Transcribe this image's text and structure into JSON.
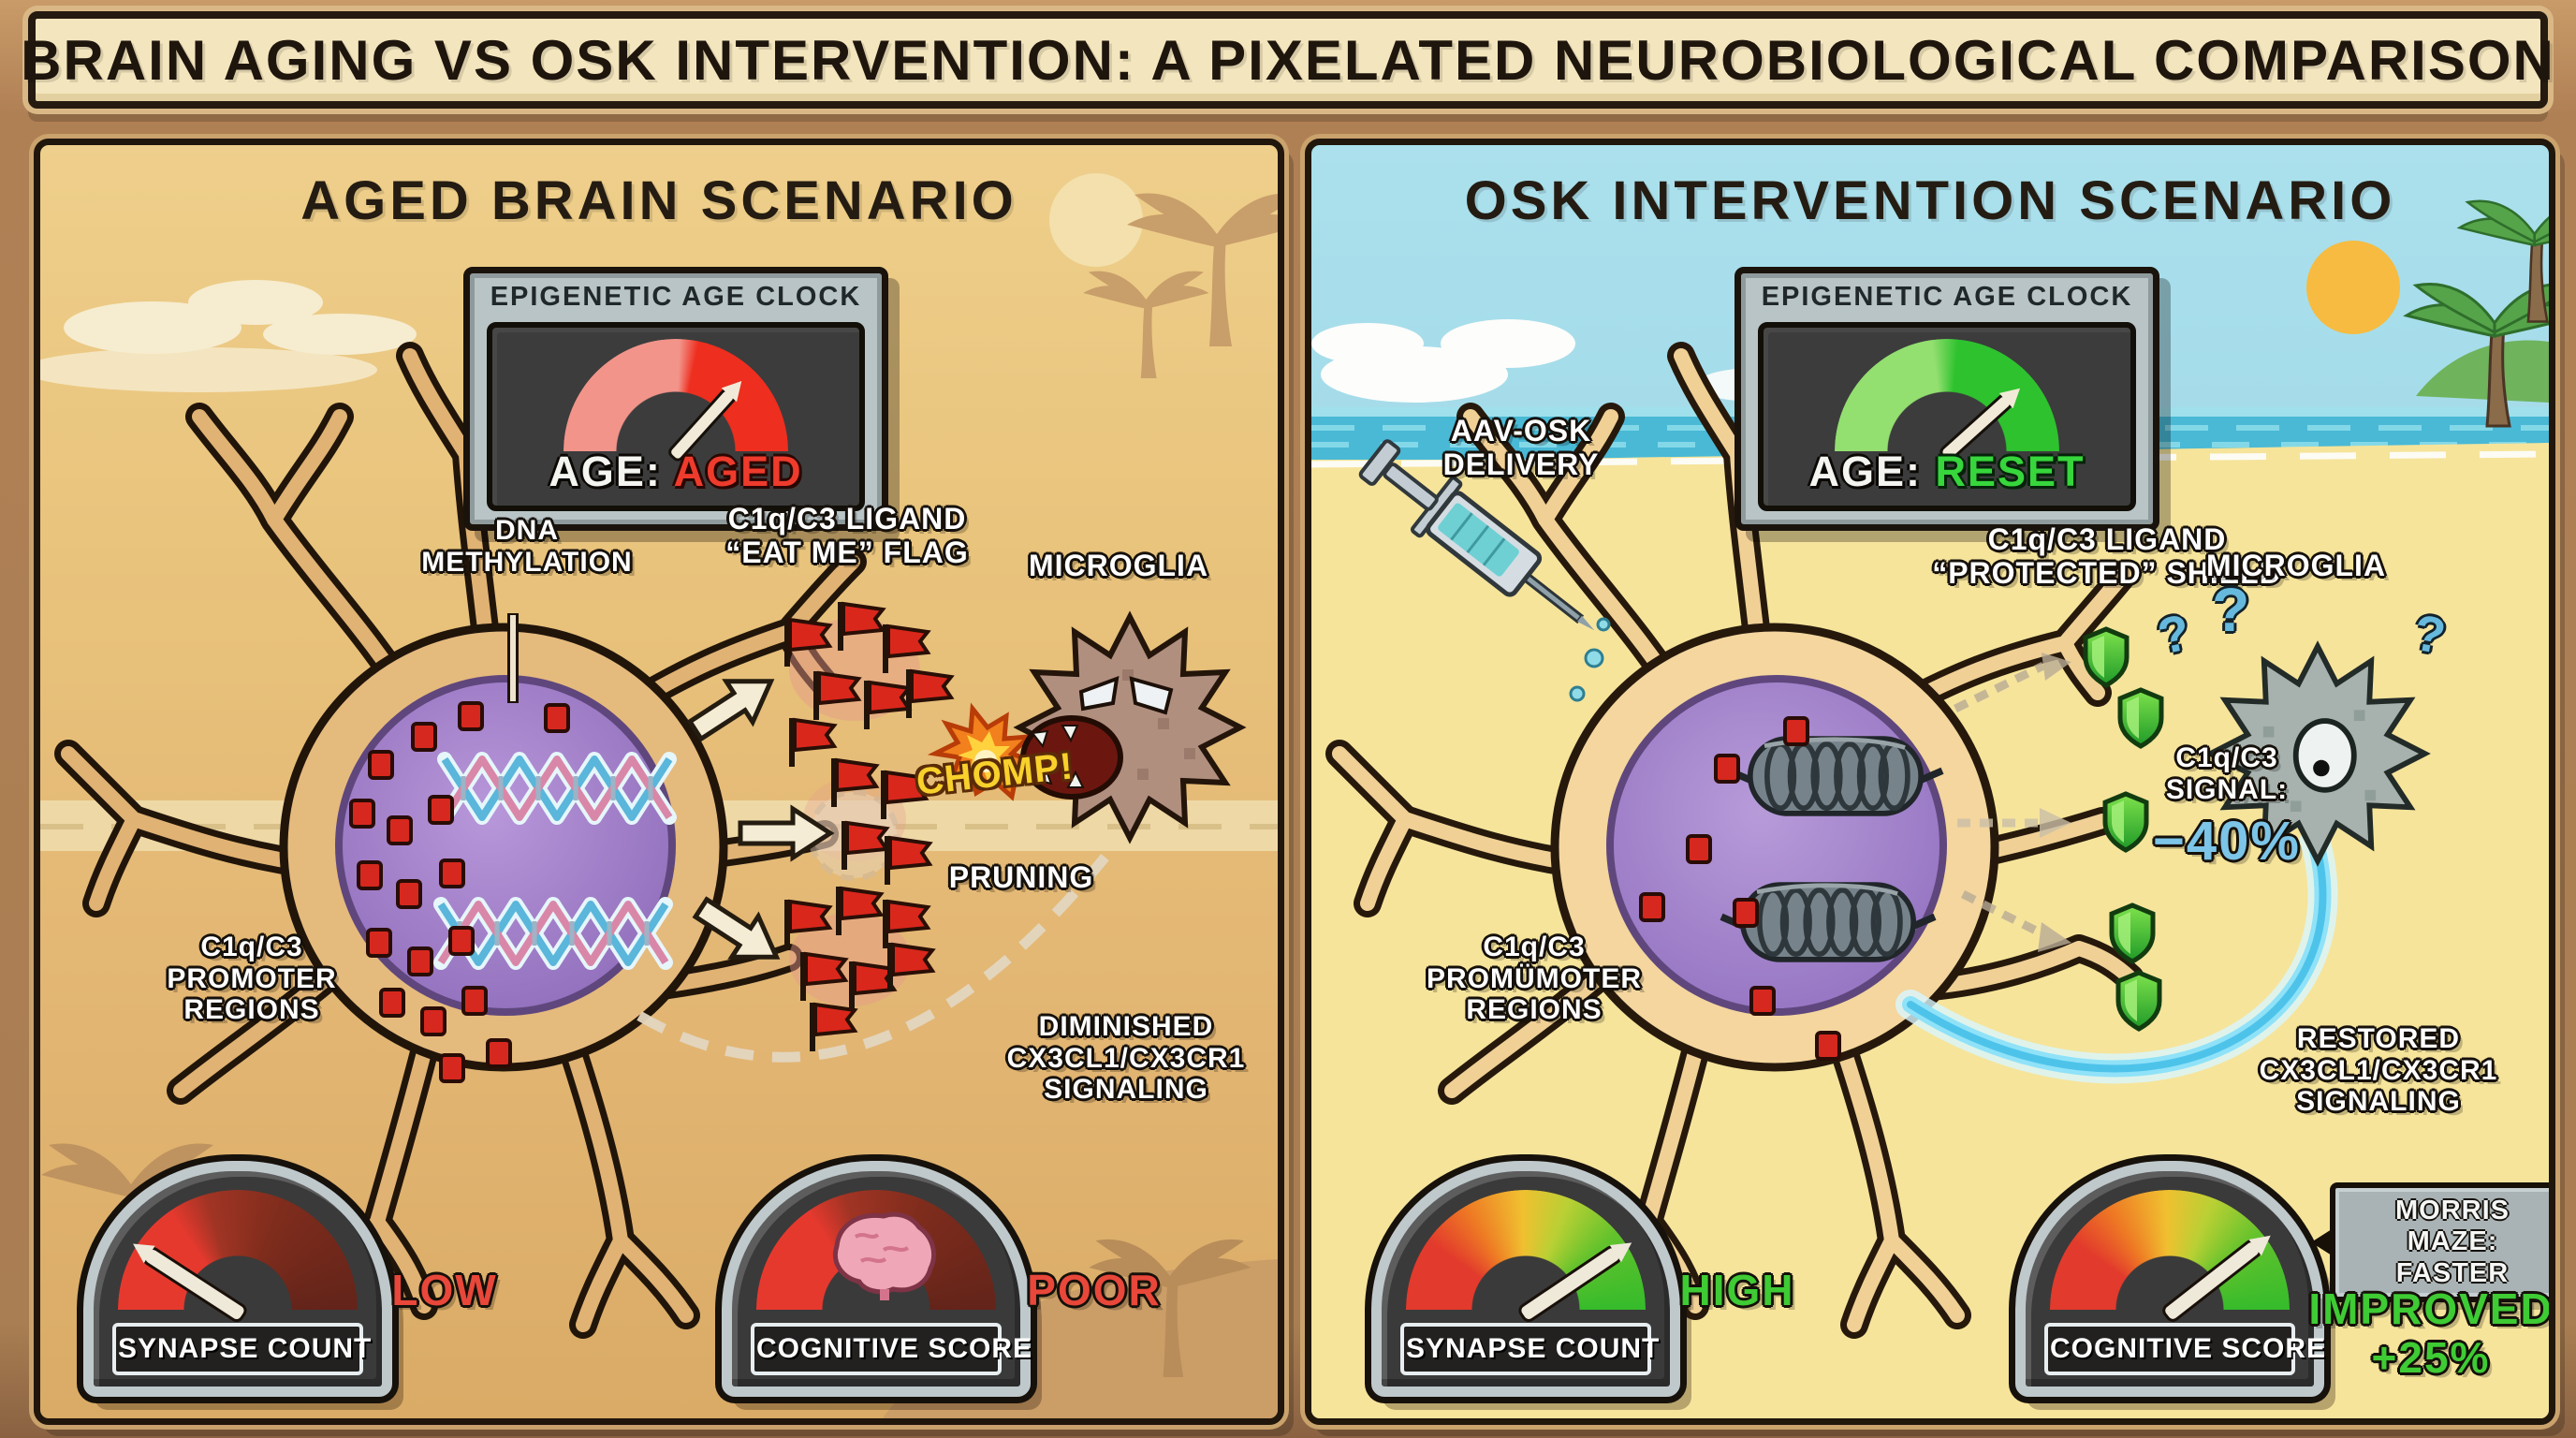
{
  "title": "BRAIN AGING VS OSK INTERVENTION: A PIXELATED NEUROBIOLOGICAL COMPARISON",
  "colors": {
    "frame_brown": "#a97e52",
    "banner_cream": "#f3e5bd",
    "left_sand": "#e8c07a",
    "right_sky": "#abe0ec",
    "right_sand": "#f6e49b",
    "aged_red": "#ee2e1f",
    "reset_green": "#2ec22e",
    "low_red": "#e8473a",
    "poor_red": "#e8473a",
    "high_green": "#3ecb34",
    "improved_green": "#3ecb34",
    "signal_blue": "#7cc4e8",
    "flag_red": "#da271c",
    "shield_green": "#35b42c",
    "nucleus_purple": "#9a77c4",
    "chomp_yellow": "#f8d12c"
  },
  "left": {
    "panel_title": "AGED BRAIN SCENARIO",
    "clock": {
      "title": "EPIGENETIC AGE CLOCK",
      "age_label": "AGE:",
      "age_value": "AGED"
    },
    "labels": {
      "dna_methylation": "DNA\nMETHYLATION",
      "ligand_flag": "C1q/C3 LIGAND\n“EAT ME” FLAG",
      "microglia": "MICROGLIA",
      "chomp": "CHOMP!",
      "pruning": "PRUNING",
      "promoter": "C1q/C3\nPROMOTER\nREGIONS",
      "diminished": "DIMINISHED\nCX3CL1/CX3CR1\nSIGNALING"
    },
    "gauges": {
      "synapse": {
        "label": "SYNAPSE COUNT",
        "value": "LOW"
      },
      "cognitive": {
        "label": "COGNITIVE SCORE",
        "value": "POOR"
      }
    }
  },
  "right": {
    "panel_title": "OSK INTERVENTION SCENARIO",
    "clock": {
      "title": "EPIGENETIC AGE CLOCK",
      "age_label": "AGE:",
      "age_value": "RESET"
    },
    "labels": {
      "delivery": "AAV-OSK\nDELIVERY",
      "shield": "C1q/C3 LIGAND\n“PROTECTED” SHIELD",
      "microglia": "MICROGLIA",
      "signal_label": "C1q/C3\nSIGNAL:",
      "signal_value": "−40%",
      "question_mark": "?",
      "promoter": "C1q/C3\nPROMÜMOTER\nREGIONS",
      "restored": "RESTORED\nCX3CL1/CX3CR1\nSIGNALING"
    },
    "gauges": {
      "synapse": {
        "label": "SYNAPSE COUNT",
        "value": "HIGH"
      },
      "cognitive": {
        "label": "COGNITIVE SCORE",
        "value": "IMPROVED\n+25%"
      }
    },
    "maze_badge": "MORRIS MAZE:\nFASTER"
  }
}
